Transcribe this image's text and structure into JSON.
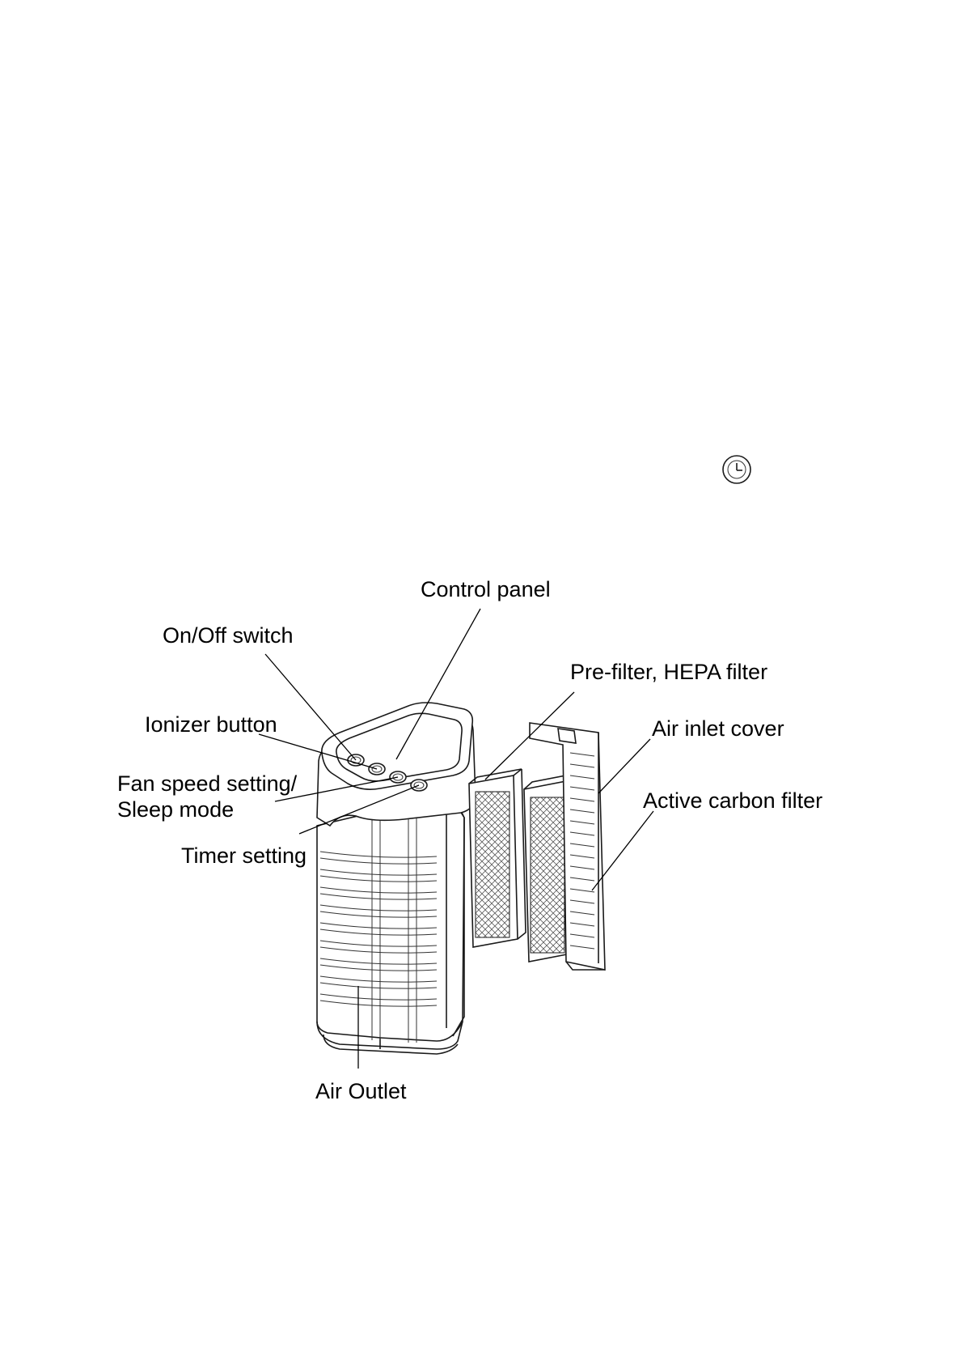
{
  "labels": {
    "control_panel": "Control panel",
    "on_off_switch": "On/Off switch",
    "pre_filter_hepa": "Pre-filter, HEPA filter",
    "ionizer_button": "Ionizer button",
    "air_inlet_cover": "Air inlet cover",
    "fan_speed_line1": "Fan speed setting/",
    "fan_speed_line2": "Sleep mode",
    "active_carbon_filter": "Active carbon filter",
    "timer_setting": "Timer setting",
    "air_outlet": "Air Outlet"
  },
  "icons": {
    "timer_symbol": "timer-icon"
  },
  "colors": {
    "line": "#1a1a1a",
    "text": "#000000",
    "background": "#ffffff"
  }
}
